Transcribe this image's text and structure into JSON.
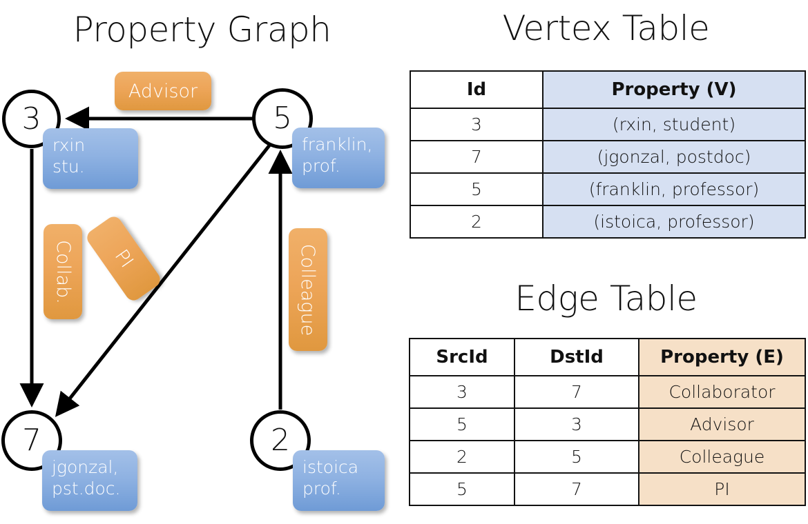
{
  "titles": {
    "property_graph": "Property Graph",
    "vertex_table": "Vertex Table",
    "edge_table": "Edge Table"
  },
  "graph": {
    "nodes": [
      {
        "id": "3",
        "property": "rxin\nstu."
      },
      {
        "id": "5",
        "property": "franklin,\nprof."
      },
      {
        "id": "7",
        "property": "jgonzal,\npst.doc."
      },
      {
        "id": "2",
        "property": "istoica\nprof."
      }
    ],
    "node_labels": {
      "n3": "3",
      "n5": "5",
      "n7": "7",
      "n2": "2"
    },
    "property_boxes": {
      "rxin_line1": "rxin",
      "rxin_line2": "stu.",
      "franklin_line1": "franklin,",
      "franklin_line2": "prof.",
      "jgonzal_line1": "jgonzal,",
      "jgonzal_line2": "pst.doc.",
      "istoica_line1": "istoica",
      "istoica_line2": "prof."
    },
    "edge_labels": {
      "advisor": "Advisor",
      "collab": "Collab.",
      "pi": "PI",
      "colleague": "Colleague"
    },
    "edges": [
      {
        "src": "5",
        "dst": "3",
        "label": "Advisor"
      },
      {
        "src": "3",
        "dst": "7",
        "label": "Collab."
      },
      {
        "src": "5",
        "dst": "7",
        "label": "PI"
      },
      {
        "src": "2",
        "dst": "5",
        "label": "Colleague"
      }
    ]
  },
  "vertex_table": {
    "headers": [
      "Id",
      "Property (V)"
    ],
    "rows": [
      {
        "id": "3",
        "property": "(rxin, student)"
      },
      {
        "id": "7",
        "property": "(jgonzal, postdoc)"
      },
      {
        "id": "5",
        "property": "(franklin, professor)"
      },
      {
        "id": "2",
        "property": "(istoica, professor)"
      }
    ]
  },
  "edge_table": {
    "headers": [
      "SrcId",
      "DstId",
      "Property (E)"
    ],
    "rows": [
      {
        "src": "3",
        "dst": "7",
        "property": "Collaborator"
      },
      {
        "src": "5",
        "dst": "3",
        "property": "Advisor"
      },
      {
        "src": "2",
        "dst": "5",
        "property": "Colleague"
      },
      {
        "src": "5",
        "dst": "7",
        "property": "PI"
      }
    ]
  },
  "colors": {
    "node_box_blue_top": "#a3c0e8",
    "node_box_blue_bottom": "#6f9bd6",
    "edge_label_orange_top": "#f0b069",
    "edge_label_orange_bottom": "#e0983f",
    "vertex_cell_blue": "#d6e0f2",
    "edge_cell_orange": "#f6e0c7",
    "stroke": "#000000",
    "background": "#ffffff"
  }
}
